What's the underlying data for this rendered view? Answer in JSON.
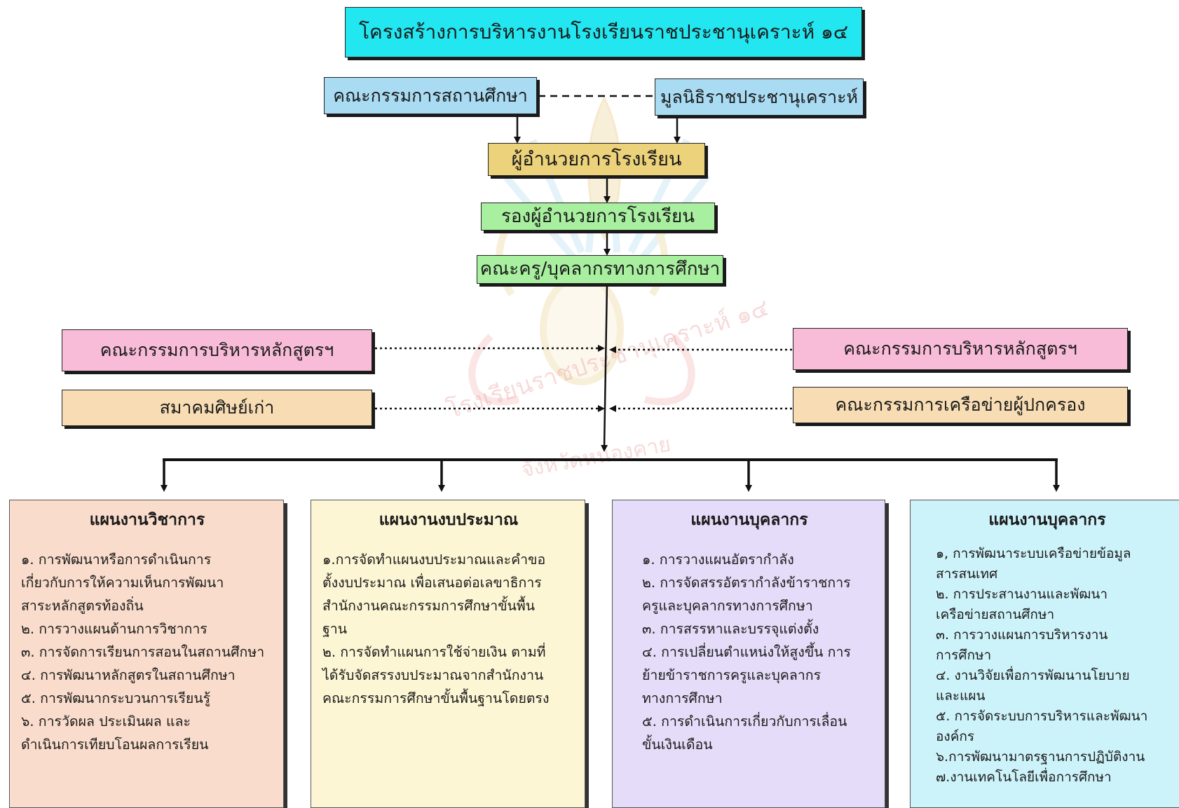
{
  "title": "โครงสร้างการบริหารงานโรงเรียนราชประชานุเคราะห์ ๑๔",
  "top_left": "คณะกรรมการสถานศึกษา",
  "top_right": "มูลนิธิราชประชานุเคราะห์",
  "director": "ผู้อำนวยการโรงเรียน",
  "deputy": "รองผู้อำนวยการโรงเรียน",
  "staff": "คณะครู/บุคลากรทางการศึกษา",
  "left_1": "คณะกรรมการบริหารหลักสูตรฯ",
  "left_2": "สมาคมศิษย์เก่า",
  "right_1": "คณะกรรมการบริหารหลักสูตรฯ",
  "right_2": "คณะกรรมการเครือข่ายผู้ปกครอง",
  "watermark": {
    "line1": "โรงเรียนราชประชานุเคราะห์ ๑๔",
    "line2": "จังหวัดหนองคาย"
  },
  "departments": [
    {
      "title": "แผนงานวิชาการ",
      "items": [
        "๑. การพัฒนาหรือการดำเนินการ",
        "เกี่ยวกับการให้ความเห็นการพัฒนา",
        "สาระหลักสูตรท้องถิ่น",
        "๒. การวางแผนด้านการวิชาการ",
        "๓. การจัดการเรียนการสอนในสถานศึกษา",
        "๔. การพัฒนาหลักสูตรในสถานศึกษา",
        "๕. การพัฒนากระบวนการเรียนรู้",
        "๖. การวัดผล ประเมินผล และ",
        "ดำเนินการเทียบโอนผลการเรียน"
      ]
    },
    {
      "title": "แผนงานงบประมาณ",
      "items": [
        "๑.การจัดทำแผนงบประมาณและคำขอ",
        "ตั้งงบประมาณ เพื่อเสนอต่อเลขาธิการ",
        "สำนักงานคณะกรรมการศึกษาขั้นพื้น",
        "ฐาน",
        "๒. การจัดทำแผนการใช้จ่ายเงิน ตามที่",
        "ได้รับจัดสรรงบประมาณจากสำนักงาน",
        "คณะกรรมการศึกษาขั้นพื้นฐานโดยตรง"
      ]
    },
    {
      "title": "แผนงานบุคลากร",
      "items": [
        "๑. การวางแผนอัตรากำลัง",
        "๒. การจัดสรรอัตรากำลังข้าราชการ",
        "ครูและบุคลากรทางการศึกษา",
        "๓. การสรรหาและบรรจุแต่งตั้ง",
        "๔. การเปลี่ยนตำแหน่งให้สูงขึ้น การ",
        "ย้ายข้าราชการครูและบุคลากร",
        "ทางการศึกษา",
        "๕. การดำเนินการเกี่ยวกับการเลื่อน",
        "ขั้นเงินเดือน"
      ]
    },
    {
      "title": "แผนงานบุคลากร",
      "items": [
        "๑, การพัฒนาระบบเครือข่ายข้อมูล",
        "สารสนเทศ",
        "๒. การประสานงานและพัฒนา",
        "เครือข่ายสถานศึกษา",
        "๓. การวางแผนการบริหารงาน",
        "การศึกษา",
        "๔. งานวิจัยเพื่อการพัฒนานโยบาย",
        "และแผน",
        "๕. การจัดระบบการบริหารและพัฒนา",
        "องค์กร",
        "๖.การพัฒนามาตรฐานการปฏิบัติงาน",
        "๗.งานเทคโนโลยีเพื่อการศึกษา"
      ]
    }
  ],
  "colors": {
    "title": "#22e6f0",
    "top_boxes": "#a9dcf3",
    "director": "#ecd27a",
    "deputy_staff": "#a8f0a0",
    "pink": "#f8bcd8",
    "peach": "#f8ddb4",
    "dept1": "#f9dccb",
    "dept2": "#fdf6d4",
    "dept3": "#e4dcf8",
    "dept4": "#cdf3fa"
  }
}
